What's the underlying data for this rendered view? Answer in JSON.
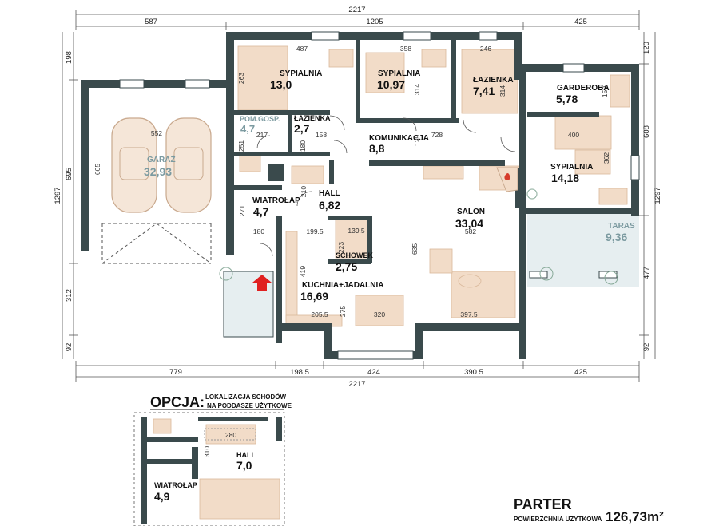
{
  "dimensions": {
    "top_total": "2217",
    "top_segments": [
      "587",
      "1205",
      "425"
    ],
    "bottom_total": "2217",
    "bottom_segments": [
      "779",
      "198.5",
      "424",
      "390.5",
      "425"
    ],
    "left_total": "1297",
    "left_segments": [
      "198",
      "695",
      "312",
      "92"
    ],
    "right_total": "1297",
    "right_segments": [
      "120",
      "608",
      "477",
      "92"
    ],
    "interior": [
      "487",
      "358",
      "246",
      "263",
      "314",
      "314",
      "150",
      "552",
      "605",
      "217",
      "158",
      "251",
      "180",
      "728",
      "400",
      "362",
      "129",
      "210",
      "271",
      "180",
      "199.5",
      "223",
      "139.5",
      "635",
      "582",
      "419",
      "205.5",
      "275",
      "320",
      "397.5"
    ]
  },
  "rooms": [
    {
      "name": "SYPIALNIA",
      "area": "13,0"
    },
    {
      "name": "SYPIALNIA",
      "area": "10,97"
    },
    {
      "name": "ŁAZIENKA",
      "area": "7,41"
    },
    {
      "name": "GARDEROBA",
      "area": "5,78"
    },
    {
      "name": "POM.GOSP.",
      "area": "4,7"
    },
    {
      "name": "ŁAZIENKA",
      "area": "2,7"
    },
    {
      "name": "KOMUNIKACJA",
      "area": "8,8"
    },
    {
      "name": "GARAŻ",
      "area": "32,93"
    },
    {
      "name": "SYPIALNIA",
      "area": "14,18"
    },
    {
      "name": "WIATROŁAP",
      "area": "4,7"
    },
    {
      "name": "HALL",
      "area": "6,82"
    },
    {
      "name": "SALON",
      "area": "33,04"
    },
    {
      "name": "TARAS",
      "area": "9,36"
    },
    {
      "name": "SCHOWEK",
      "area": "2,75"
    },
    {
      "name": "KUCHNIA+JADALNIA",
      "area": "16,69"
    }
  ],
  "option": {
    "title": "OPCJA:",
    "subtitle_line1": "LOKALIZACJA SCHODÓW",
    "subtitle_line2": "NA PODDASZE UŻYTKOWE",
    "rooms": [
      {
        "name": "HALL",
        "area": "7,0"
      },
      {
        "name": "WIATROŁAP",
        "area": "4,9"
      }
    ],
    "dims": [
      "310",
      "280"
    ]
  },
  "footer": {
    "level": "PARTER",
    "area_label": "POWIERZCHNIA UŻYTKOWA",
    "total_area": "126,73m²"
  },
  "colors": {
    "wall": "#3a4a4c",
    "furniture": "#f2dcc8",
    "label_grey": "#7b9aa0",
    "entrance_arrow": "#e02020"
  }
}
